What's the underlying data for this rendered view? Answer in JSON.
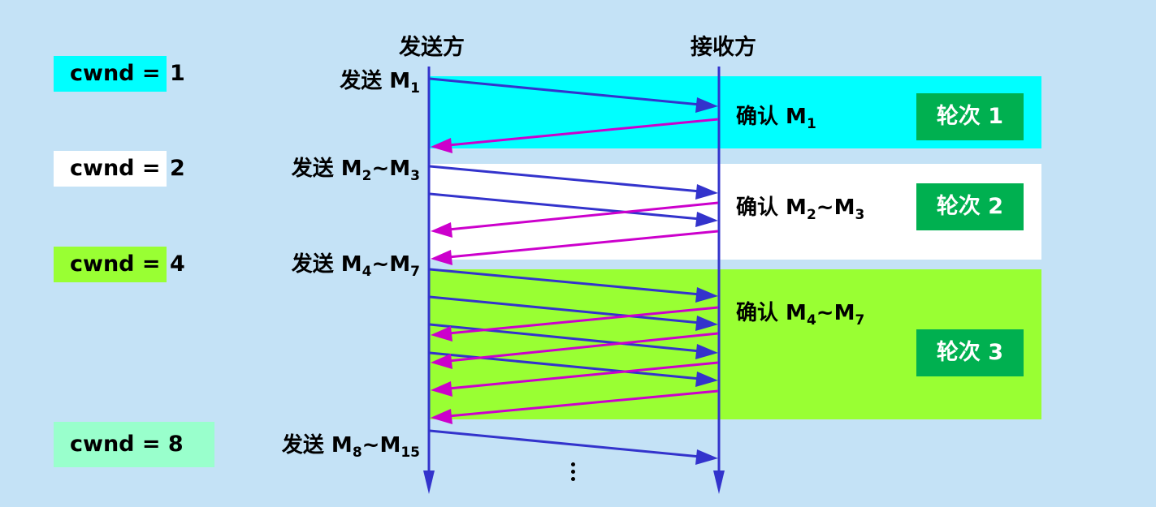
{
  "headers": {
    "sender": "发送方",
    "receiver": "接收方"
  },
  "colors": {
    "background": "#C4E2F6",
    "round1_band": "#00FFFF",
    "round2_band": "#FFFFFF",
    "round3_band": "#99FF33",
    "cwnd8_box": "#99FFCC",
    "round_badge": "#00B050",
    "send_arrow": "#3333CC",
    "ack_arrow": "#CC00CC",
    "timeline": "#3333CC"
  },
  "cwnd": [
    {
      "label": "cwnd  =",
      "value": "1"
    },
    {
      "label": "cwnd  =",
      "value": "2"
    },
    {
      "label": "cwnd  =",
      "value": "4"
    },
    {
      "label": "cwnd = 8",
      "value": ""
    }
  ],
  "sends": [
    {
      "prefix": "发送 M",
      "sub1": "1",
      "mid": "",
      "sub2": ""
    },
    {
      "prefix": "发送 M",
      "sub1": "2",
      "mid": "~M",
      "sub2": "3"
    },
    {
      "prefix": "发送 M",
      "sub1": "4",
      "mid": "~M",
      "sub2": "7"
    },
    {
      "prefix": "发送 M",
      "sub1": "8",
      "mid": "~M",
      "sub2": "15"
    }
  ],
  "acks": [
    {
      "prefix": "确认 M",
      "sub1": "1",
      "mid": "",
      "sub2": ""
    },
    {
      "prefix": "确认 M",
      "sub1": "2",
      "mid": "~M",
      "sub2": "3"
    },
    {
      "prefix": "确认 M",
      "sub1": "4",
      "mid": "~M",
      "sub2": "7"
    }
  ],
  "rounds": [
    {
      "label": "轮次 1"
    },
    {
      "label": "轮次 2"
    },
    {
      "label": "轮次 3"
    }
  ],
  "continuation": "⋮"
}
